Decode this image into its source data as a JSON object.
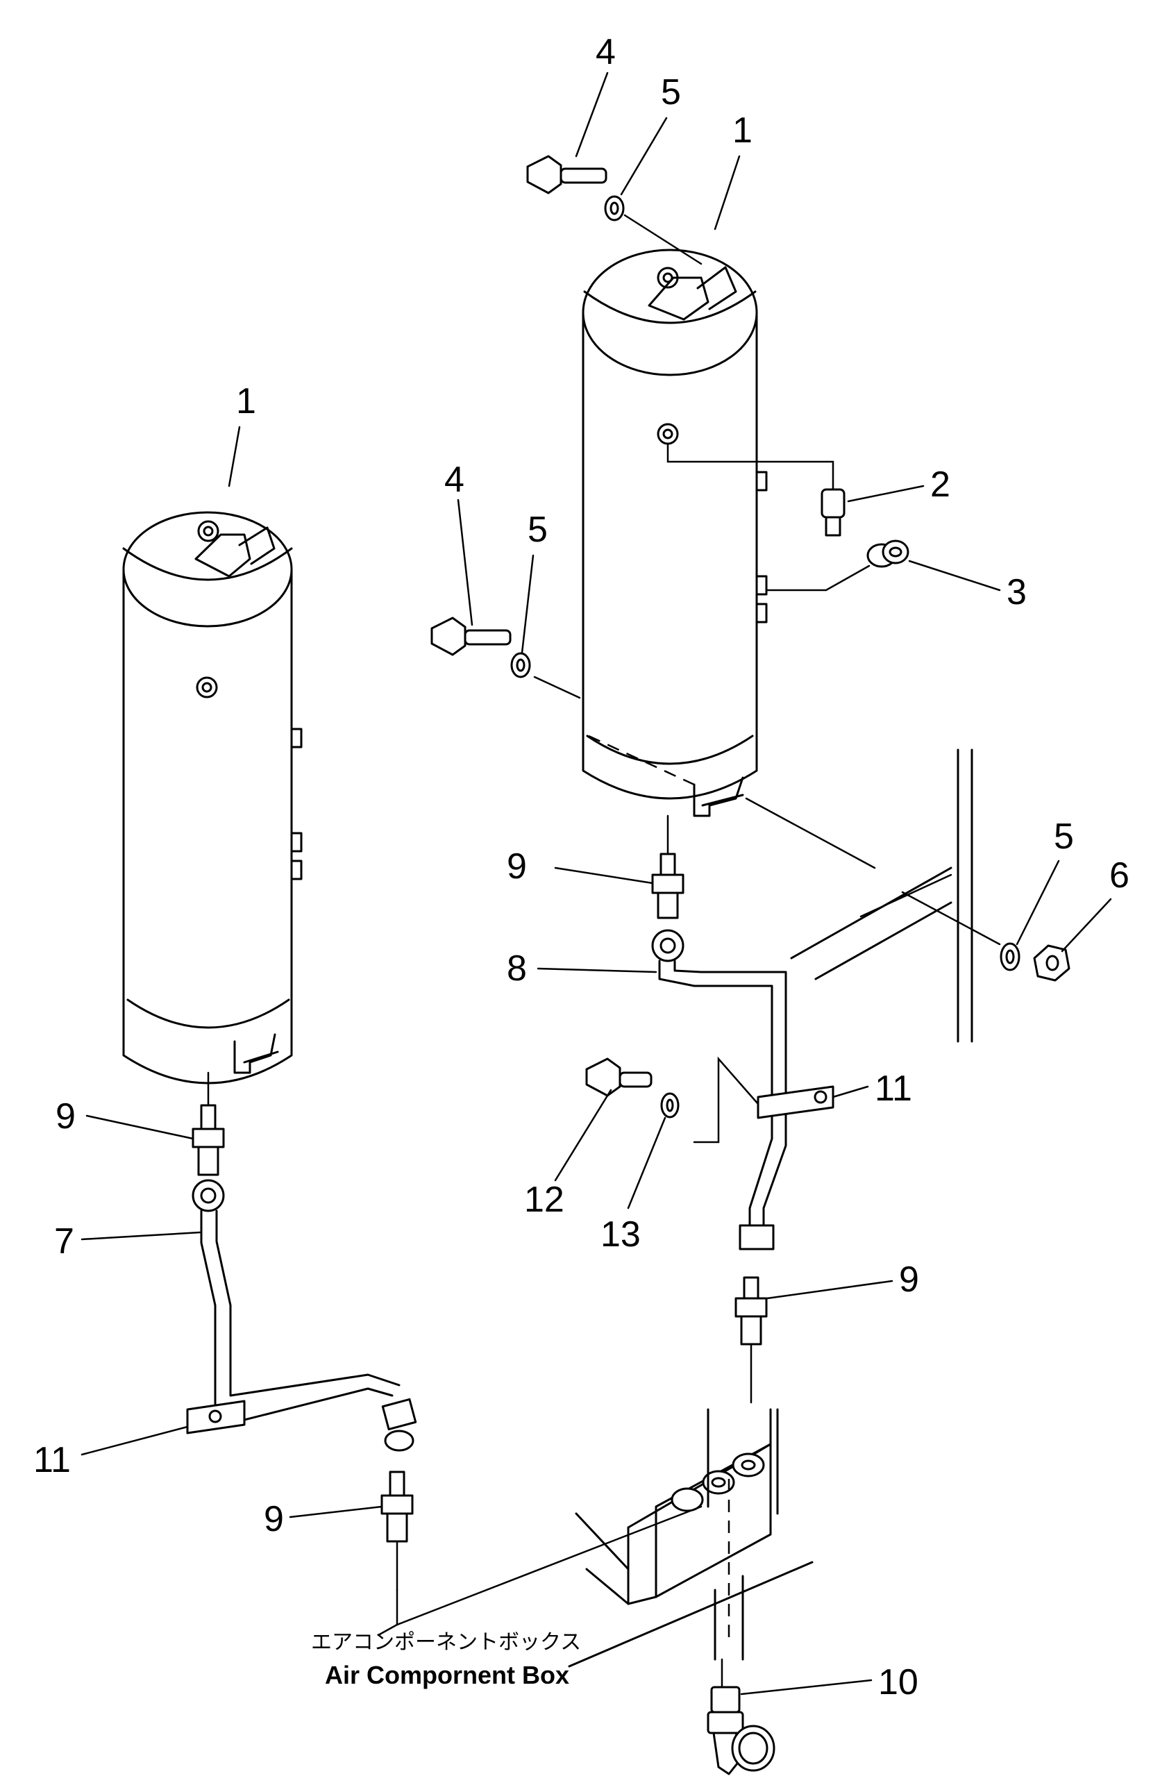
{
  "labels": {
    "l1": "1",
    "r1": "1",
    "r2": "2",
    "r3": "3",
    "r4": "4",
    "r5": "5",
    "m4": "4",
    "m5": "5",
    "b5": "5",
    "b6": "6",
    "r8": "8",
    "r9a": "9",
    "r9b": "9",
    "r11": "11",
    "r12": "12",
    "r13": "13",
    "l9a": "9",
    "l7": "7",
    "l11": "11",
    "l9b": "9",
    "b10": "10"
  },
  "caption": {
    "japanese": "エアコンポーネントボックス",
    "english": "Air Compornent Box"
  }
}
